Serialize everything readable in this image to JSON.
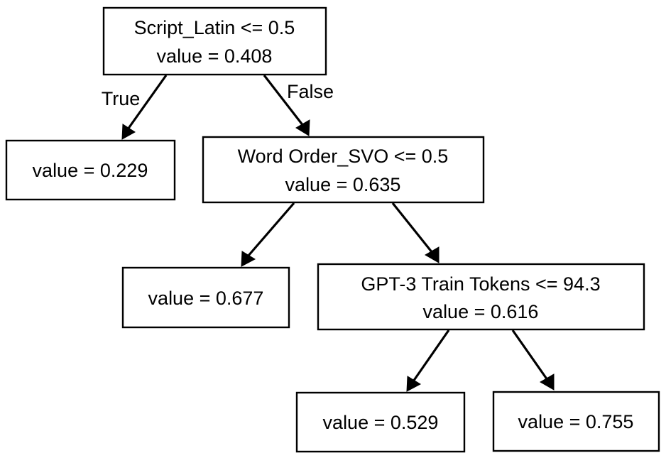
{
  "diagram": {
    "type": "decision-tree",
    "title": "",
    "background_color": "#ffffff",
    "node_fill_color": "#ffffff",
    "node_border_color": "#000000",
    "edge_color": "#000000",
    "text_color": "#000000"
  },
  "nodes": [
    {
      "id": "root",
      "kind": "internal",
      "condition": "Script_Latin <= 0.5",
      "value_line": "value = 0.408",
      "value": 0.408,
      "feature": "Script_Latin",
      "threshold": 0.5
    },
    {
      "id": "leaf-0229",
      "kind": "leaf",
      "value_line": "value = 0.229",
      "value": 0.229
    },
    {
      "id": "word-order-svo",
      "kind": "internal",
      "condition": "Word Order_SVO <= 0.5",
      "value_line": "value = 0.635",
      "value": 0.635,
      "feature": "Word Order_SVO",
      "threshold": 0.5
    },
    {
      "id": "leaf-0677",
      "kind": "leaf",
      "value_line": "value = 0.677",
      "value": 0.677
    },
    {
      "id": "gpt3-train-tokens",
      "kind": "internal",
      "condition": "GPT-3 Train Tokens <= 94.3",
      "value_line": "value = 0.616",
      "value": 0.616,
      "feature": "GPT-3 Train Tokens",
      "threshold": 94.3
    },
    {
      "id": "leaf-0529",
      "kind": "leaf",
      "value_line": "value = 0.529",
      "value": 0.529
    },
    {
      "id": "leaf-0755",
      "kind": "leaf",
      "value_line": "value = 0.755",
      "value": 0.755
    }
  ],
  "edges": [
    {
      "from": "root",
      "to": "leaf-0229",
      "label": "True"
    },
    {
      "from": "root",
      "to": "word-order-svo",
      "label": "False"
    },
    {
      "from": "word-order-svo",
      "to": "leaf-0677",
      "label": ""
    },
    {
      "from": "word-order-svo",
      "to": "gpt3-train-tokens",
      "label": ""
    },
    {
      "from": "gpt3-train-tokens",
      "to": "leaf-0529",
      "label": ""
    },
    {
      "from": "gpt3-train-tokens",
      "to": "leaf-0755",
      "label": ""
    }
  ],
  "edge_labels": {
    "true": "True",
    "false": "False"
  }
}
